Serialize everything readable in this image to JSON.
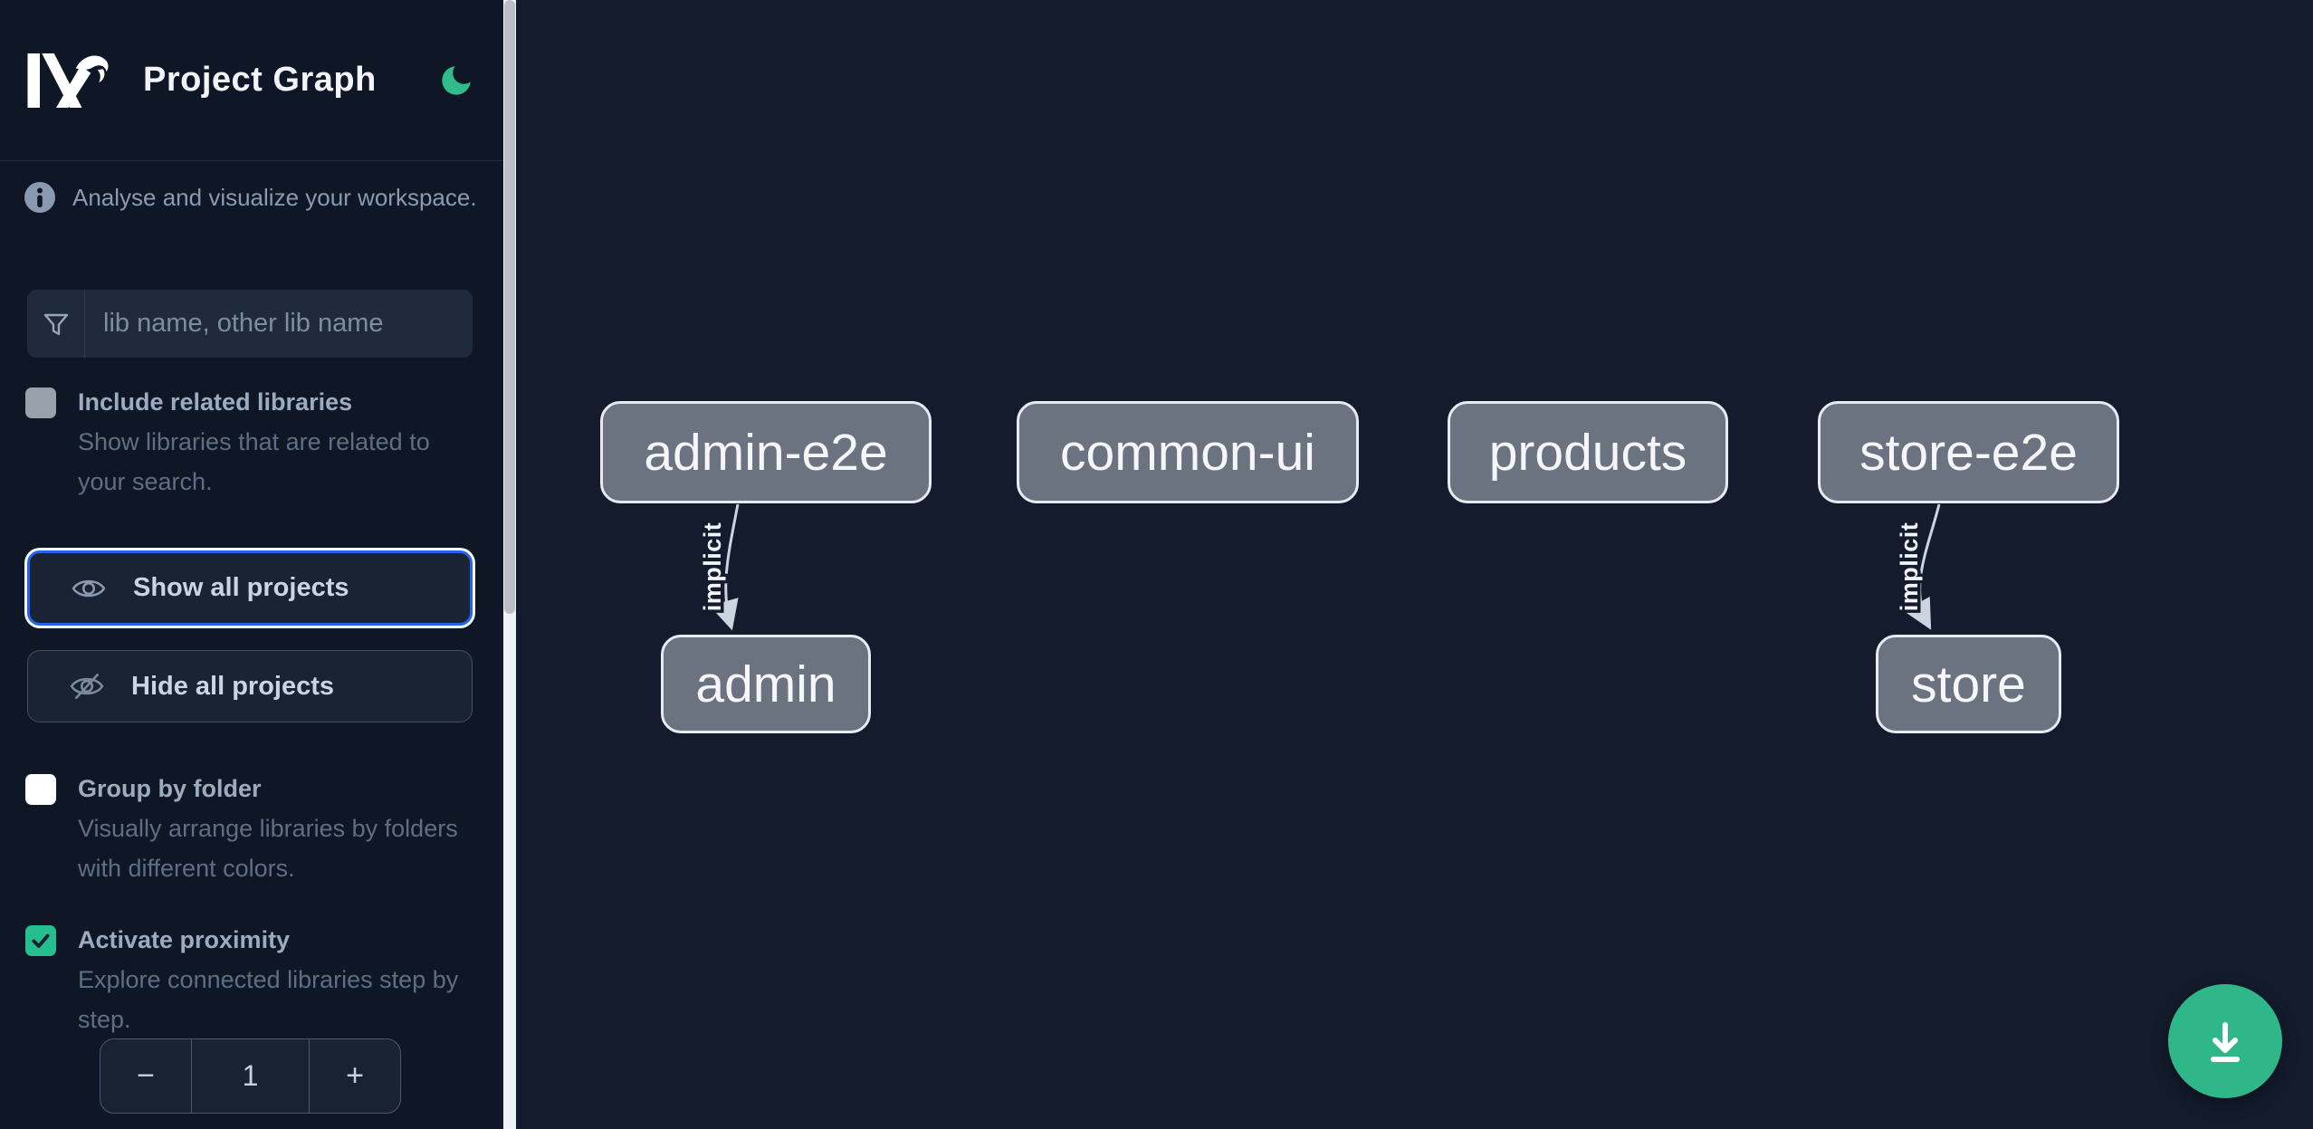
{
  "app": {
    "title": "Project Graph"
  },
  "info": {
    "text": "Analyse and visualize your workspace."
  },
  "search": {
    "placeholder": "lib name, other lib name",
    "value": ""
  },
  "options": {
    "include_related": {
      "label": "Include related libraries",
      "desc": "Show libraries that are related to your search.",
      "checked": false
    },
    "group_by_folder": {
      "label": "Group by folder",
      "desc": "Visually arrange libraries by folders with different colors.",
      "checked": false
    },
    "activate_proximity": {
      "label": "Activate proximity",
      "desc": "Explore connected libraries step by step.",
      "checked": true
    }
  },
  "actions": {
    "show_all": "Show all projects",
    "hide_all": "Hide all projects"
  },
  "stepper": {
    "decrement": "−",
    "value": "1",
    "increment": "+"
  },
  "graph": {
    "nodes": [
      {
        "id": "admin-e2e",
        "label": "admin-e2e"
      },
      {
        "id": "common-ui",
        "label": "common-ui"
      },
      {
        "id": "products",
        "label": "products"
      },
      {
        "id": "store-e2e",
        "label": "store-e2e"
      },
      {
        "id": "admin",
        "label": "admin"
      },
      {
        "id": "store",
        "label": "store"
      }
    ],
    "edges": [
      {
        "from": "admin-e2e",
        "to": "admin",
        "label": "implicit"
      },
      {
        "from": "store-e2e",
        "to": "store",
        "label": "implicit"
      }
    ]
  },
  "icons": {
    "theme_toggle": "moon-icon",
    "fab": "download-icon",
    "search": "filter-funnel-icon",
    "show": "eye-icon",
    "hide": "eye-off-icon",
    "info": "info-icon"
  },
  "colors": {
    "accent_green": "#30b789",
    "checkbox_checked_green": "#25bf8f",
    "focus_blue": "#2563eb",
    "node_fill": "#6b7280",
    "node_border": "#e7ebf1",
    "edge": "#cbd5e1",
    "sidebar_bg": "#0f1726",
    "canvas_bg": "#141b2c"
  }
}
